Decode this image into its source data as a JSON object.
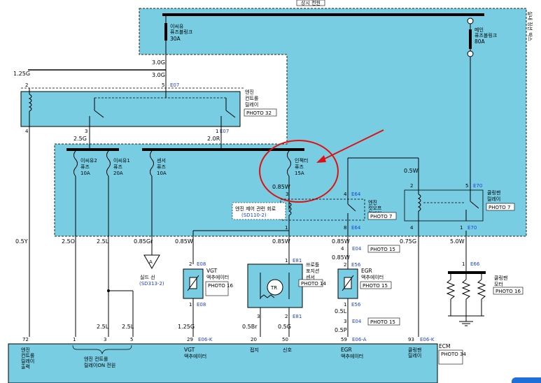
{
  "title": "상시 전원",
  "top_right_label": "실내 정션 박스",
  "fuses": {
    "ecu_top": [
      "이씨유",
      "퓨즈블링크",
      "30A"
    ],
    "main": [
      "메인",
      "퓨즈블링크",
      "80A"
    ],
    "ecu2": [
      "이씨유2",
      "퓨즈",
      "10A"
    ],
    "ecu1": [
      "이씨유1",
      "퓨즈",
      "20A"
    ],
    "sensor": [
      "센서",
      "퓨즈",
      "10A"
    ],
    "injector": [
      "인젝터",
      "퓨즈",
      "15A"
    ]
  },
  "relays": {
    "engine_control": [
      "엔진",
      "컨트롤",
      "릴레이"
    ],
    "engine_control_photo": "PHOTO 32",
    "immobilizer": [
      "엔진",
      "컷오프",
      "릴레이"
    ],
    "immobilizer_photo": "PHOTO 7",
    "cooling_fan": [
      "쿨링팬",
      "릴레이"
    ],
    "cooling_fan_photo": "PHOTO 7"
  },
  "wires": {
    "w30g_1": "3.0G",
    "w30g_2": "3.0G",
    "w125g": "1.25G",
    "w25g": "2.5G",
    "w20r": "2.0R",
    "w085w_a": "0.85W",
    "w05w": "0.5W",
    "w05y": "0.5Y",
    "w25o": "2.5O",
    "w25l": "2.5L",
    "w085gr": "0.85Gr",
    "w085w_b": "0.85W",
    "w085w_c": "0.85W",
    "w085w_d": "0.85W",
    "w085w_e": "0.85W",
    "w075g": "0.75G",
    "w50w": "5.0W",
    "w25l_2": "2.5L",
    "w25l_3": "2.5L",
    "w125g_2": "1.25G",
    "w05br": "0.5Br",
    "w05g": "0.5G",
    "w05l": "0.5L",
    "w05p": "0.5P"
  },
  "connectors": {
    "e07a": "E07",
    "e07b": "E07",
    "e64a": "E64",
    "e64b": "E64",
    "e70a": "E70",
    "e70b": "E70",
    "e08a": "E08",
    "e08b": "E08",
    "e81a": "E81",
    "e81b": "E81",
    "e04a": "E04",
    "e04b": "E04",
    "e56a": "E56",
    "e56b": "E56",
    "e66": "E66",
    "e06k1": "E06-K",
    "e06k2": "E06-K",
    "e06a": "E06-A"
  },
  "pins": {
    "p2": "2",
    "p5": "5",
    "p4": "4",
    "p3": "3",
    "p1": "1",
    "p3b": "3",
    "p4b": "4",
    "p2b": "2",
    "p5b": "5",
    "p1b": "1",
    "p8": "8",
    "p4c": "4",
    "p1c": "1",
    "p2c": "2",
    "p1d": "1",
    "p2d": "2",
    "p1e": "1",
    "p3c": "3",
    "p2e": "2",
    "p1f": "1",
    "p2f": "2",
    "p4d": "4",
    "p1g": "1",
    "p3d": "3",
    "p2g": "2",
    "p1h": "1",
    "p3e": "3",
    "ecm72": "72",
    "ecm1": "1",
    "ecm3": "3",
    "ecm5": "5",
    "ecm29": "29",
    "ecm20": "20",
    "ecm50": "50",
    "ecm59": "59",
    "ecm93": "93"
  },
  "photos": {
    "e04a": "PHOTO 15",
    "e04b": "PHOTO 15",
    "vgt": "PHOTO 16",
    "tps": "PHOTO 14",
    "egr": "PHOTO 15",
    "fan": "PHOTO 16",
    "ecm": "PHOTO 34"
  },
  "components": {
    "sensor_shield": [
      "엔진 제어 관련 회로"
    ],
    "sensor_shield_ref": "(SD110-2)",
    "shield_label": [
      "실드 선"
    ],
    "shield_ref": "(SD313-2)",
    "vgt": [
      "VGT",
      "액추에이터"
    ],
    "tps": [
      "쓰로틀",
      "포지션",
      "센서"
    ],
    "tps_tr": "TR",
    "egr": [
      "EGR",
      "액추에이터"
    ],
    "fan": [
      "쿨링팬",
      "모터"
    ],
    "ecm": "ECM"
  },
  "ecm_labels": {
    "left": [
      "엔진",
      "컨트롤",
      "릴레이",
      "출력"
    ],
    "mid": [
      "엔진 컨트롤",
      "릴레이ON 전원"
    ],
    "vgt": [
      "VGT",
      "액추에이터"
    ],
    "sensor1": "접지",
    "sensor2": "신호",
    "egr": [
      "EGR",
      "액추에이터"
    ],
    "fan": [
      "쿨링팬",
      "릴레이"
    ]
  },
  "colors": {
    "box_fill": "#78cde3",
    "connector": "#1f3fd6",
    "wire": "#000000"
  }
}
